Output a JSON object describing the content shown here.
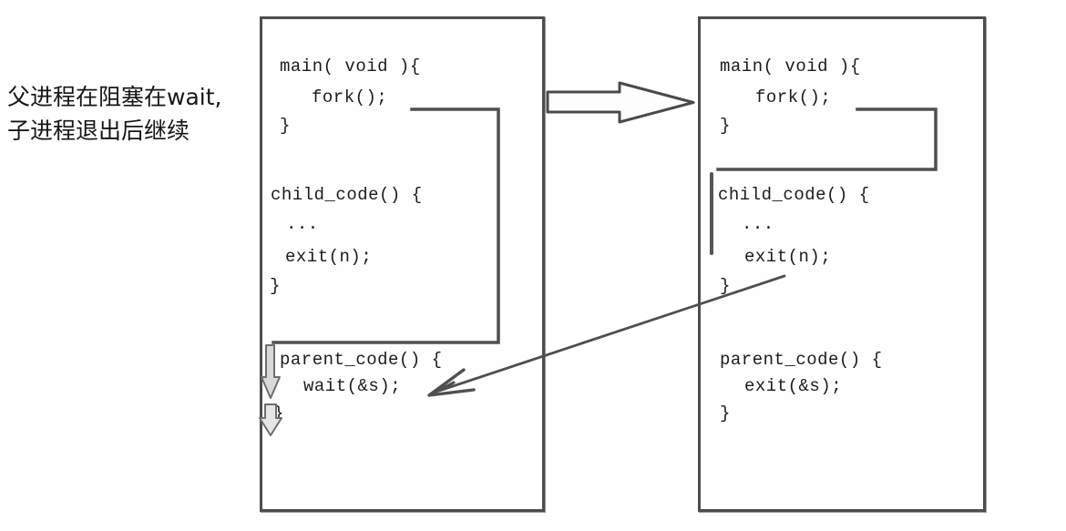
{
  "annotation": {
    "line1": "父进程在阻塞在wait,",
    "line2": "子进程退出后继续"
  },
  "code": {
    "left": {
      "main": "main( void ){",
      "fork": "fork();",
      "close_main": "}",
      "child": "child_code() {",
      "dots": "...",
      "exit": "exit(n);",
      "close_child": "}",
      "parent": "parent_code() {",
      "wait": "wait(&s);",
      "close_parent": "}"
    },
    "right": {
      "main": "main( void ){",
      "fork": "fork();",
      "close_main": "}",
      "child": "child_code() {",
      "dots": "...",
      "exit": "exit(n);",
      "close_child": "}",
      "parent": "parent_code() {",
      "exit_s": "exit(&s);",
      "close_parent": "}"
    }
  },
  "icons": {
    "process_copy_arrow": "hollow-right-block-arrow",
    "fork_bracket_left": "elbow-line-from-fork-to-parent-code",
    "fork_bracket_right": "elbow-line-from-fork-to-child-code",
    "exit_signal_arrow": "thin-diagonal-arrow-from-exit-to-wait",
    "parent_resume_arrows": "two-hollow-down-arrows"
  },
  "colors": {
    "background": "#ffffff",
    "box_border": "#4d4d4d",
    "line": "#4f4f4f",
    "text": "#1c1c1c",
    "annotation_text": "#161616",
    "arrow_fill": "#fdfdfd",
    "down_arrow_fill": "#d9d9d9"
  }
}
